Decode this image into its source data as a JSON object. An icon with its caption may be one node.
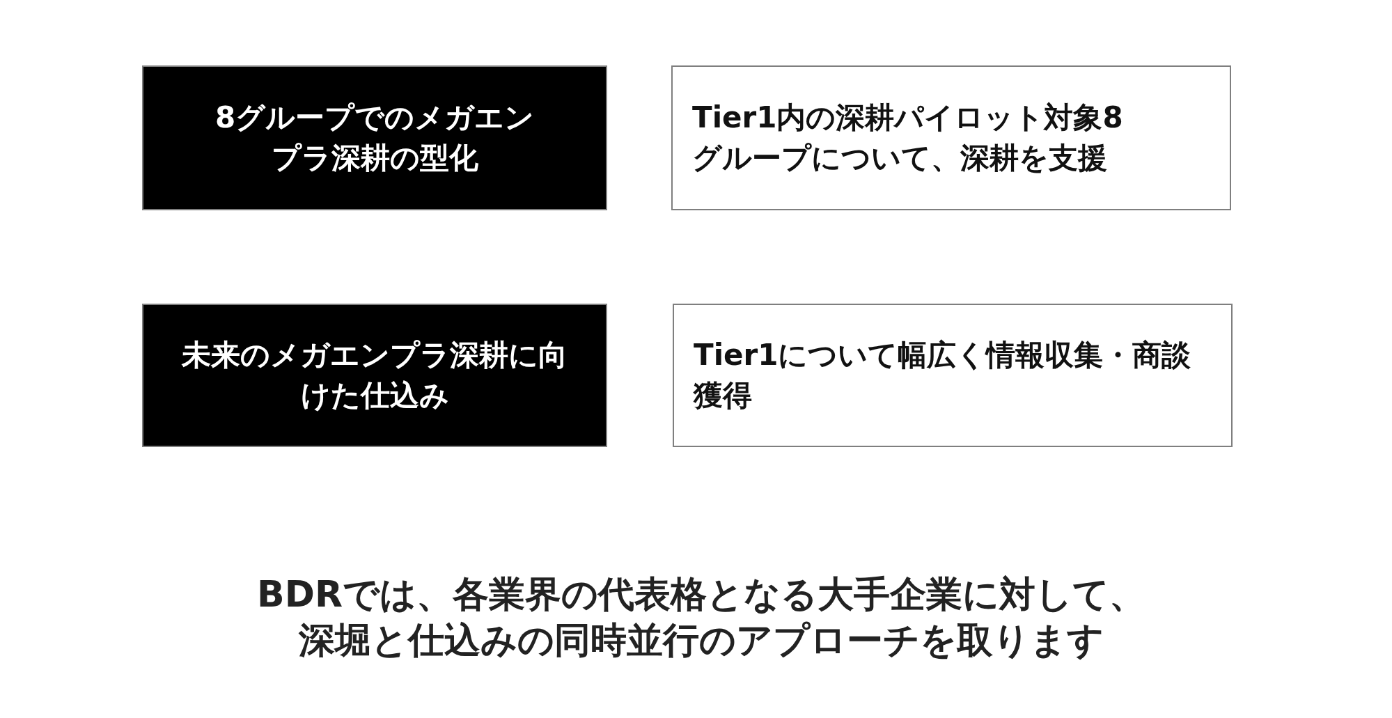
{
  "diagram": {
    "nodes": [
      {
        "text": [
          "8グループでのメガエンプラ深耕の型化"
        ]
      },
      {
        "text": [
          "Tier1内の深耕パイロット対象8グループについて、深耕を支援"
        ]
      },
      {
        "text": [
          "未来のメガエンプラ深耕に向けた仕込み"
        ]
      },
      {
        "text": [
          "Tier1について幅広く情報収集・商談獲得"
        ]
      }
    ],
    "edges": [],
    "labels": [
      "BDRでは、各業界の代表格となる大手企業に対して、深堀と仕込みの同時並行のアプローチを取ります"
    ]
  }
}
